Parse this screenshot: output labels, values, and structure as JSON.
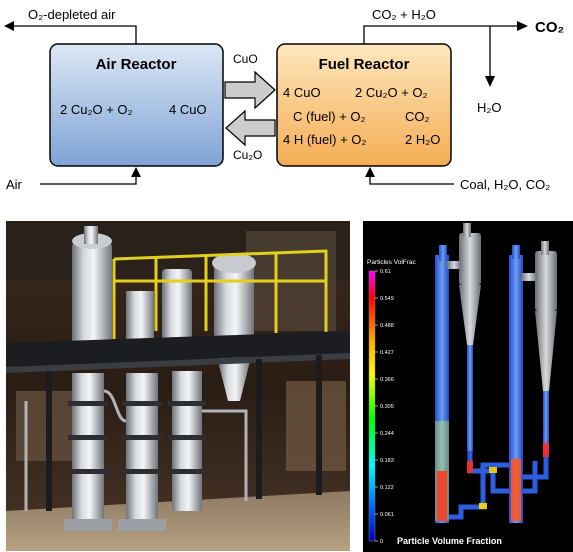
{
  "diagram": {
    "air_reactor": {
      "title": "Air Reactor",
      "reaction_left": "2 Cu₂O + O₂",
      "reaction_right": "4 CuO"
    },
    "fuel_reactor": {
      "title": "Fuel Reactor",
      "reactions": [
        {
          "left": "4 CuO",
          "right": "2 Cu₂O + O₂"
        },
        {
          "left": "C (fuel) + O₂",
          "right": "CO₂"
        },
        {
          "left": "4 H (fuel) + O₂",
          "right": "2 H₂O"
        }
      ]
    },
    "arrow_cuo": "CuO",
    "arrow_cu2o": "Cu₂O",
    "outlet_air": "O₂-depleted air",
    "outlet_fuel": "CO₂ + H₂O",
    "product_co2": "CO₂",
    "product_h2o": "H₂O",
    "inlet_air": "Air",
    "inlet_fuel": "Coal, H₂O, CO₂"
  },
  "simulation": {
    "colorbar_title": "Particles VolFrac",
    "ticks": [
      "0.61",
      "0.549",
      "0.488",
      "0.427",
      "0.366",
      "0.305",
      "0.244",
      "0.183",
      "0.122",
      "0.061",
      "0"
    ],
    "caption": "Particle Volume Fraction"
  },
  "colors": {
    "air_reactor_top": "#dce8f6",
    "air_reactor_bottom": "#7ea3d4",
    "fuel_reactor_top": "#fde7bd",
    "fuel_reactor_bottom": "#f4ad54",
    "arrow_fill": "#cccccc"
  }
}
